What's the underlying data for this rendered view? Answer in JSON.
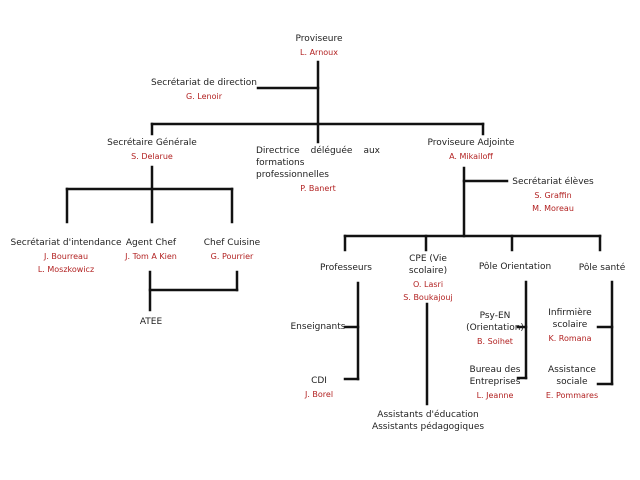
{
  "colors": {
    "line": "#111111",
    "title": "#222222",
    "name": "#b22222"
  },
  "nodes": {
    "proviseure": {
      "role": "Proviseure",
      "names": [
        "L. Arnoux"
      ]
    },
    "secretariat_direction": {
      "role": "Secrétariat de direction",
      "names": [
        "G. Lenoir"
      ]
    },
    "secretaire_generale": {
      "role": "Secrétaire Générale",
      "names": [
        "S. Delarue"
      ]
    },
    "directrice_deleguee": {
      "role": "Directrice déléguée aux formations professionnelles",
      "names": [
        "P. Banert"
      ]
    },
    "proviseure_adjointe": {
      "role": "Proviseure Adjointe",
      "names": [
        "A. Mikailoff"
      ]
    },
    "secretariat_eleves": {
      "role": "Secrétariat élèves",
      "names": [
        "S. Graffin",
        "M. Moreau"
      ]
    },
    "secretariat_intendance": {
      "role": "Secrétariat d'intendance",
      "names": [
        "J. Bourreau",
        "L. Moszkowicz"
      ]
    },
    "agent_chef": {
      "role": "Agent Chef",
      "names": [
        "J. Tom A Kien"
      ]
    },
    "chef_cuisine": {
      "role": "Chef Cuisine",
      "names": [
        "G. Pourrier"
      ]
    },
    "atee": {
      "role": "ATEE",
      "names": []
    },
    "professeurs": {
      "role": "Professeurs",
      "names": []
    },
    "enseignants": {
      "role": "Enseignants",
      "names": []
    },
    "cdi": {
      "role": "CDI",
      "names": [
        "J. Borel"
      ]
    },
    "cpe": {
      "role": "CPE (Vie scolaire)",
      "names": [
        "O. Lasri",
        "S. Boukajouj"
      ]
    },
    "assistants": {
      "role": "Assistants d'éducation Assistants pédagogiques",
      "names": []
    },
    "pole_orientation": {
      "role": "Pôle Orientation",
      "names": []
    },
    "psy_en": {
      "role": "Psy-EN (Orientation)",
      "names": [
        "B. Soihet"
      ]
    },
    "bureau_entreprises": {
      "role": "Bureau des Entreprises",
      "names": [
        "L. Jeanne"
      ]
    },
    "pole_sante": {
      "role": "Pôle santé",
      "names": []
    },
    "infirmiere": {
      "role": "Infirmière scolaire",
      "names": [
        "K. Romana"
      ]
    },
    "assistance_sociale": {
      "role": "Assistance sociale",
      "names": [
        "E. Pommares"
      ]
    }
  }
}
